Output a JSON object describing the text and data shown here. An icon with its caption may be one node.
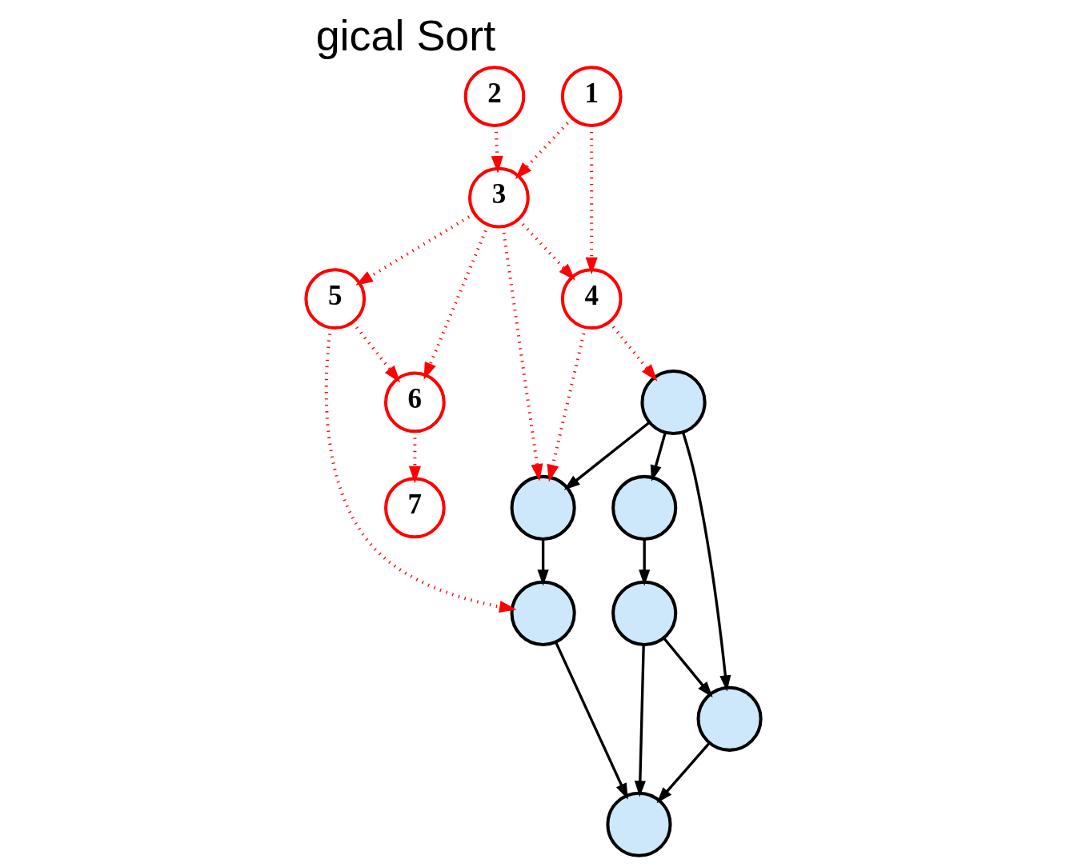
{
  "diagram": {
    "title": "gical Sort",
    "nodes": [
      {
        "text": [
          "1"
        ]
      },
      {
        "text": [
          "2"
        ]
      },
      {
        "text": [
          "4"
        ]
      },
      {
        "text": [
          "3"
        ]
      },
      {
        "text": [
          "5"
        ]
      },
      {
        "text": [
          "6"
        ]
      },
      {
        "text": [
          "7"
        ]
      },
      {
        "text": [],
        "shape": "circle"
      },
      {
        "text": [],
        "shape": "circle"
      },
      {
        "text": [],
        "shape": "circle"
      },
      {
        "text": [],
        "shape": "circle"
      },
      {
        "text": [],
        "shape": "circle"
      },
      {
        "text": [],
        "shape": "circle"
      },
      {
        "text": [],
        "shape": "circle"
      }
    ],
    "edges": [
      {
        "from": 0,
        "to": 2,
        "arrow": "to",
        "style": "dashed"
      },
      {
        "from": 0,
        "to": 3,
        "arrow": "to",
        "style": "dashed"
      },
      {
        "from": 1,
        "to": 3,
        "arrow": "to",
        "style": "dashed"
      },
      {
        "from": 3,
        "to": 2,
        "arrow": "to",
        "style": "dashed"
      },
      {
        "from": 2,
        "to": 7,
        "arrow": "to",
        "style": "dashed"
      },
      {
        "from": 2,
        "to": 9,
        "arrow": "to",
        "style": "dashed"
      },
      {
        "from": 3,
        "to": 9,
        "arrow": "to",
        "style": "dashed"
      },
      {
        "from": 3,
        "to": 4,
        "arrow": "to",
        "style": "dashed"
      },
      {
        "from": 3,
        "to": 5,
        "arrow": "to",
        "style": "dashed"
      },
      {
        "from": 4,
        "to": 5,
        "arrow": "to",
        "style": "dashed"
      },
      {
        "from": 4,
        "to": 11,
        "arrow": "to",
        "style": "dashed"
      },
      {
        "from": 5,
        "to": 6,
        "arrow": "to",
        "style": "dashed"
      },
      {
        "from": 7,
        "to": 12,
        "arrow": "to",
        "color": "#000000"
      },
      {
        "from": 7,
        "to": 8,
        "arrow": "to",
        "color": "#000000"
      },
      {
        "from": 7,
        "to": 9,
        "arrow": "to",
        "color": "#000000"
      },
      {
        "from": 8,
        "to": 10,
        "arrow": "to",
        "color": "#000000"
      },
      {
        "from": 9,
        "to": 11,
        "arrow": "to",
        "color": "#000000"
      },
      {
        "from": 10,
        "to": 12,
        "arrow": "to",
        "color": "#000000"
      },
      {
        "from": 10,
        "to": 13,
        "arrow": "to",
        "color": "#000000"
      },
      {
        "from": 12,
        "to": 13,
        "arrow": "to",
        "color": "#000000"
      },
      {
        "from": 11,
        "to": 13,
        "arrow": "to",
        "color": "#000000"
      }
    ]
  }
}
